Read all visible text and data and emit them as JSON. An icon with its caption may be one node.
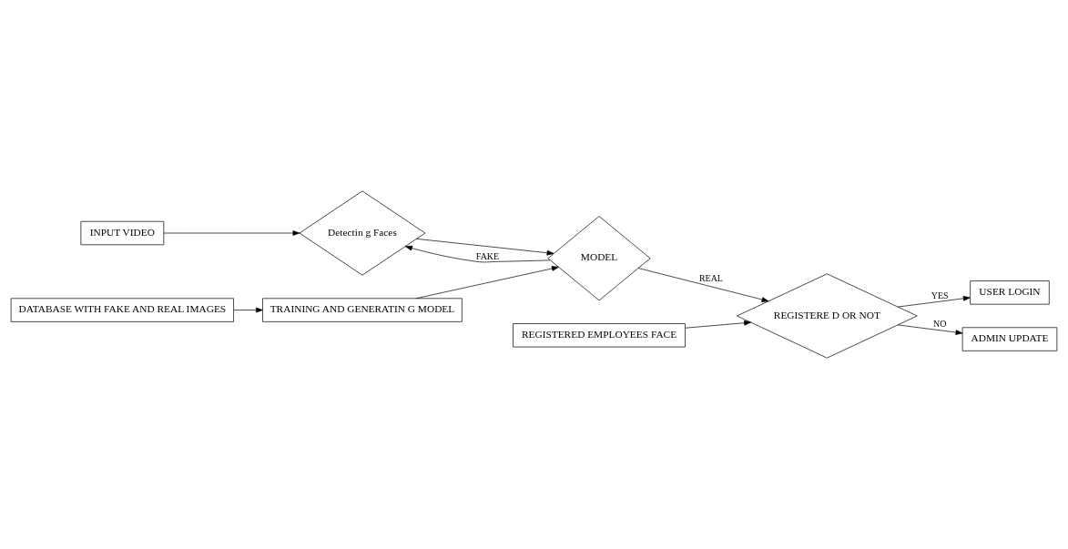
{
  "diagram": {
    "nodes": [
      {
        "text": [
          "INPUT VIDEO"
        ]
      },
      {
        "text": [
          "Detectin g Faces"
        ]
      },
      {
        "text": [
          "REGISTERED EMPLOYEES FACE"
        ]
      },
      {
        "text": [
          "MODEL"
        ]
      },
      {
        "text": [
          "REGISTERE D OR NOT"
        ]
      },
      {
        "text": [
          "TRAINING AND GENERATIN G MODEL"
        ]
      },
      {
        "text": [
          "DATABASE WITH FAKE AND REAL IMAGES"
        ]
      },
      {
        "text": [
          "USER LOGIN"
        ]
      },
      {
        "text": [
          "ADMIN UPDATE"
        ]
      }
    ],
    "edges": [
      {
        "from": 0,
        "to": 1,
        "arrow": "to"
      },
      {
        "from": 1,
        "to": 3,
        "arrow": "to"
      },
      {
        "from": 3,
        "to": 1,
        "arrow": "to",
        "label": "FAKE"
      },
      {
        "from": 3,
        "to": 4,
        "arrow": "to",
        "label": "REAL"
      },
      {
        "from": 2,
        "to": 4,
        "arrow": "to"
      },
      {
        "from": 5,
        "to": 3,
        "arrow": "to"
      },
      {
        "from": 6,
        "to": 5,
        "arrow": "to"
      },
      {
        "from": 4,
        "to": 7,
        "arrow": "to",
        "label": "YES"
      },
      {
        "from": 4,
        "to": 8,
        "arrow": "to",
        "label": "NO"
      }
    ]
  }
}
